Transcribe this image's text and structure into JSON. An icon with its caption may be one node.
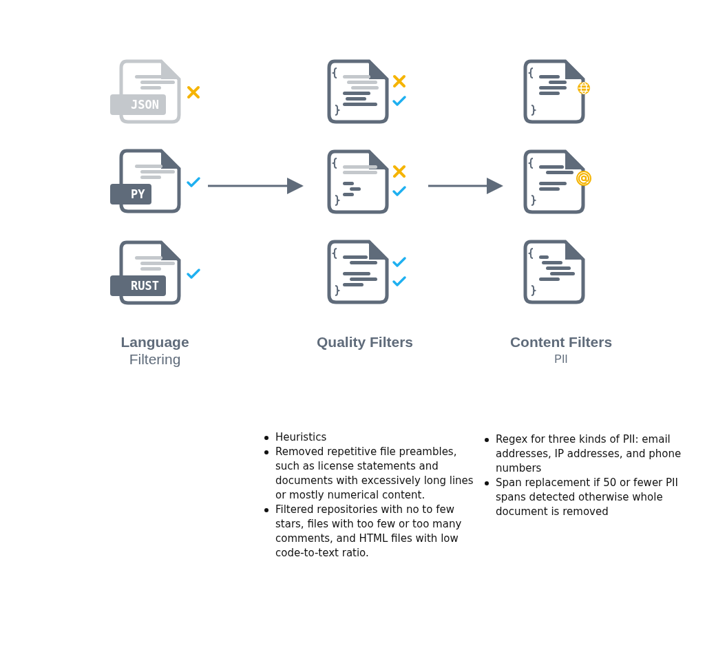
{
  "diagram": {
    "nodes": [
      {
        "text": [
          "Language",
          "Filtering"
        ]
      },
      {
        "text": [
          "JSON"
        ],
        "in": 0
      },
      {
        "text": [
          "PY"
        ],
        "in": 0
      },
      {
        "text": [
          "RUST"
        ],
        "in": 0
      },
      {
        "text": [
          "Quality Filters"
        ]
      },
      {
        "text": [
          "Content Filters",
          "PII"
        ]
      }
    ],
    "edges": [
      {
        "from": 0,
        "to": 4,
        "arrow": "to"
      },
      {
        "from": 4,
        "to": 5,
        "arrow": "to"
      }
    ],
    "labels": [
      "Heuristics",
      "Removed repetitive file preambles, such as license statements and documents with excessively long lines or mostly numerical content.",
      "Filtered repositories with no to few stars, files with too few or too many comments, and HTML files with low code-to-text ratio.",
      "Regex for three kinds of PII: email addresses, IP addresses, and phone numbers",
      "Span replacement if 50 or fewer PII spans detected otherwise whole document is removed"
    ]
  }
}
